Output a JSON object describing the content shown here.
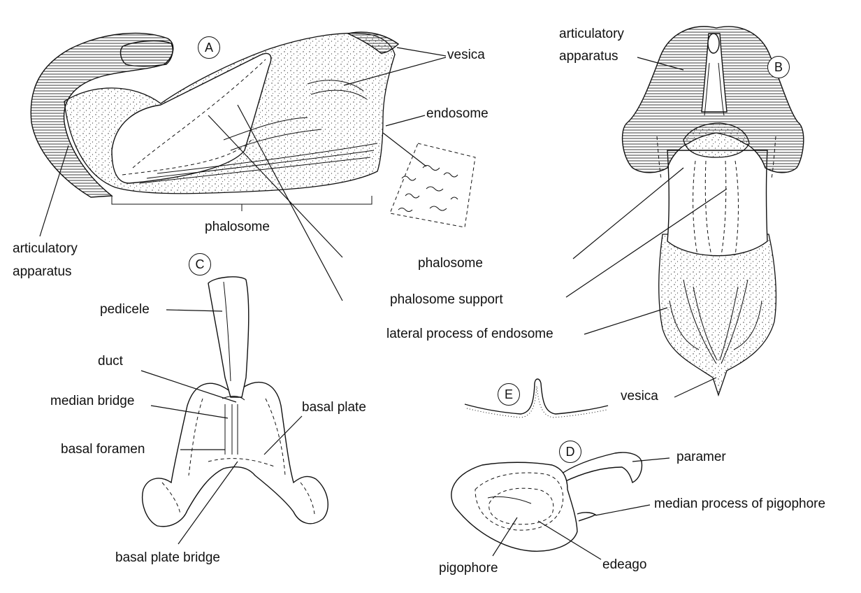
{
  "panels": {
    "a": "A",
    "b": "B",
    "c": "C",
    "d": "D",
    "e": "E"
  },
  "labels": {
    "vesica_a": "vesica",
    "endosome": "endosome",
    "phalosome_a": "phalosome",
    "articulatory_a_1": "articulatory",
    "articulatory_a_2": "apparatus",
    "articulatory_b_1": "articulatory",
    "articulatory_b_2": "apparatus",
    "phalosome_b": "phalosome",
    "phalosome_support": "phalosome support",
    "lateral_process": "lateral process of endosome",
    "vesica_b": "vesica",
    "pedicele": "pedicele",
    "duct": "duct",
    "median_bridge": "median bridge",
    "basal_foramen": "basal foramen",
    "basal_plate": "basal plate",
    "basal_plate_bridge": "basal plate bridge",
    "paramer": "paramer",
    "median_process": "median process of pigophore",
    "pigophore": "pigophore",
    "edeago": "edeago"
  }
}
